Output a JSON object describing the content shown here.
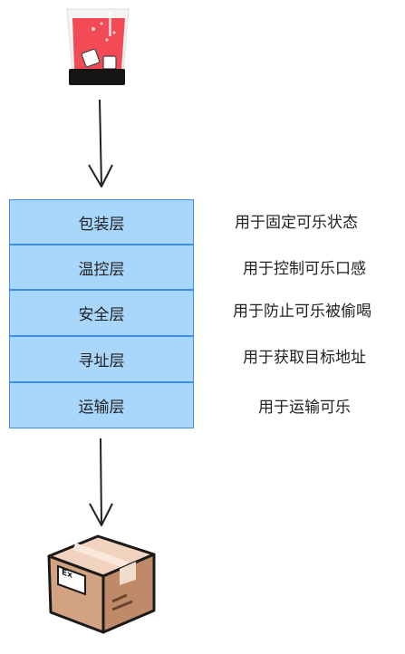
{
  "layers": [
    {
      "name": "包装层",
      "desc": "用于固定可乐状态"
    },
    {
      "name": "温控层",
      "desc": "用于控制可乐口感"
    },
    {
      "name": "安全层",
      "desc": "用于防止可乐被偷喝"
    },
    {
      "name": "寻址层",
      "desc": "用于获取目标地址"
    },
    {
      "name": "运输层",
      "desc": "用于运输可乐"
    }
  ],
  "package_label": "Ex",
  "icons": {
    "top": "cola-cup-icon",
    "bottom": "package-box-icon"
  }
}
